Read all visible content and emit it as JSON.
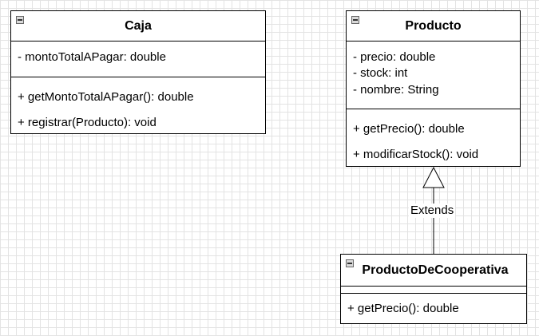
{
  "classes": {
    "caja": {
      "name": "Caja",
      "attributes": [
        "- montoTotalAPagar: double"
      ],
      "methods": [
        "+ getMontoTotalAPagar(): double",
        "+ registrar(Producto): void"
      ]
    },
    "producto": {
      "name": "Producto",
      "attributes": [
        "- precio: double",
        "- stock: int",
        "- nombre: String"
      ],
      "methods": [
        "+ getPrecio(): double",
        "+ modificarStock(): void"
      ]
    },
    "producto_de_cooperativa": {
      "name": "ProductoDeCooperativa",
      "attributes": [],
      "methods": [
        "+ getPrecio(): double"
      ]
    }
  },
  "relationships": [
    {
      "type": "generalization",
      "from": "ProductoDeCooperativa",
      "to": "Producto",
      "label": "Extends"
    }
  ],
  "icons": {
    "collapse": "minus-box-icon"
  },
  "colors": {
    "canvas": "#ffffff",
    "grid": "#e3e3e3",
    "line": "#000000",
    "text": "#000000"
  }
}
